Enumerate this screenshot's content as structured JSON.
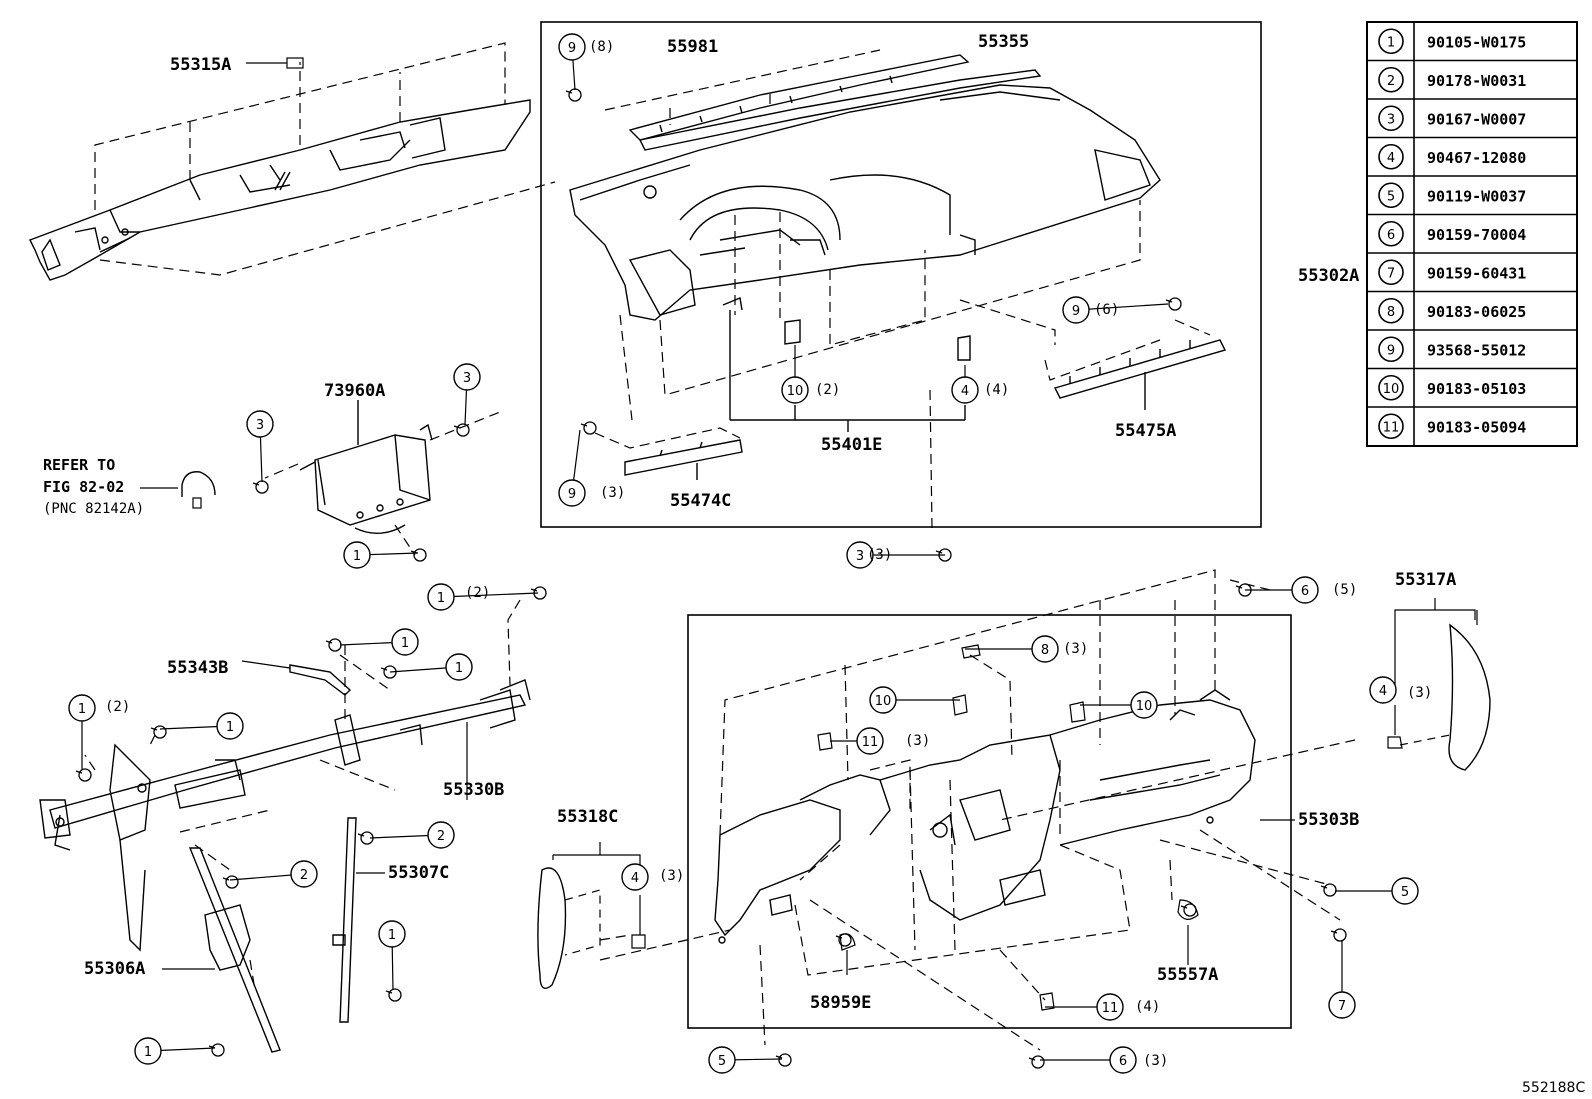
{
  "parts": {
    "p55315A": "55315A",
    "p55981": "55981",
    "p55355": "55355",
    "p55302A": "55302A",
    "p73960A": "73960A",
    "p55401E": "55401E",
    "p55475A": "55475A",
    "p55474C": "55474C",
    "p55317A": "55317A",
    "p55343B": "55343B",
    "p55330B": "55330B",
    "p55318C": "55318C",
    "p55303B": "55303B",
    "p55307C": "55307C",
    "p55306A": "55306A",
    "p55557A": "55557A",
    "p58959E": "58959E"
  },
  "refer": {
    "line1": "REFER TO",
    "line2": "FIG 82-02",
    "line3": "(PNC 82142A)"
  },
  "qty": {
    "q8": "(8)",
    "q6": "(6)",
    "q2": "(2)",
    "q4": "(4)",
    "q3": "(3)",
    "q5": "(5)"
  },
  "callouts": {
    "c1": "1",
    "c2": "2",
    "c3": "3",
    "c4": "4",
    "c5": "5",
    "c6": "6",
    "c7": "7",
    "c8": "8",
    "c9": "9",
    "c10": "10",
    "c11": "11"
  },
  "table": [
    {
      "key": "1",
      "part": "90105-W0175"
    },
    {
      "key": "2",
      "part": "90178-W0031"
    },
    {
      "key": "3",
      "part": "90167-W0007"
    },
    {
      "key": "4",
      "part": "90467-12080"
    },
    {
      "key": "5",
      "part": "90119-W0037"
    },
    {
      "key": "6",
      "part": "90159-70004"
    },
    {
      "key": "7",
      "part": "90159-60431"
    },
    {
      "key": "8",
      "part": "90183-06025"
    },
    {
      "key": "9",
      "part": "93568-55012"
    },
    {
      "key": "10",
      "part": "90183-05103"
    },
    {
      "key": "11",
      "part": "90183-05094"
    }
  ],
  "figure_code": "552188C"
}
